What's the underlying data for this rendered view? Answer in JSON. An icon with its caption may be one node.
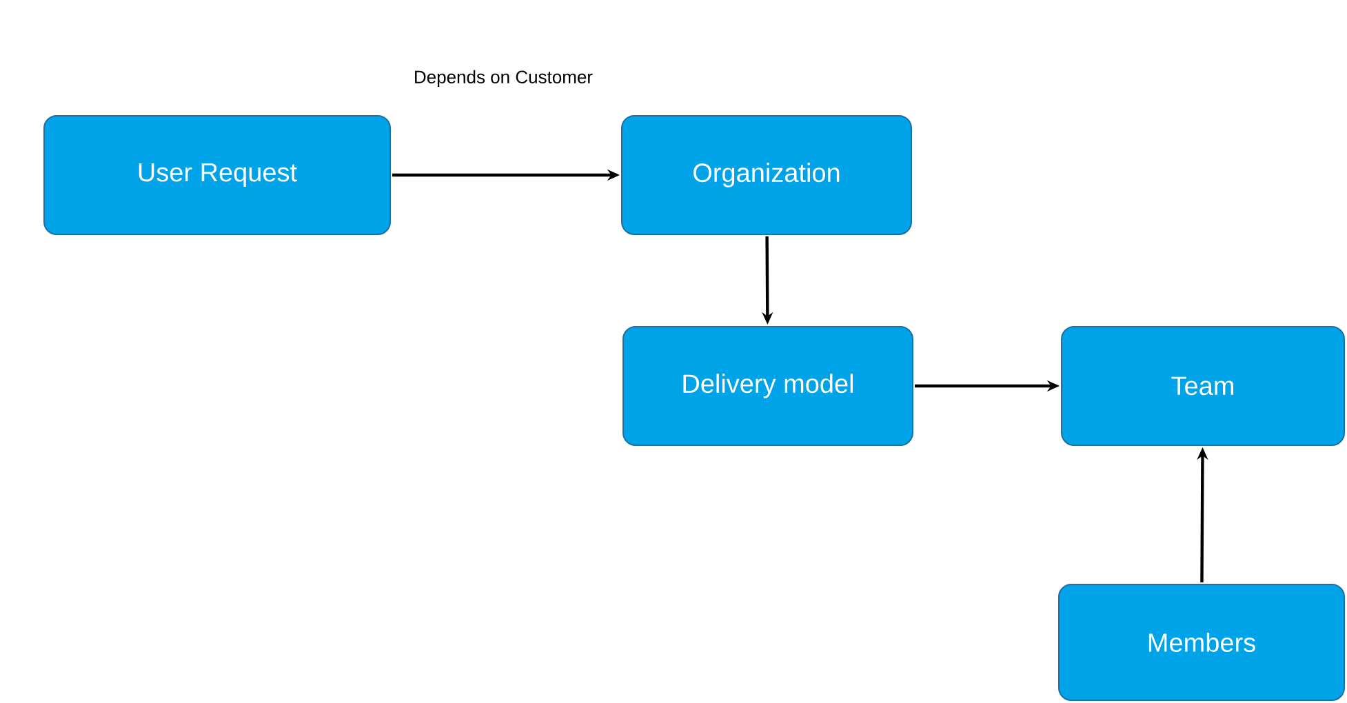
{
  "diagram": {
    "nodes": [
      {
        "text": [
          "User Request"
        ]
      },
      {
        "text": [
          "Organization"
        ]
      },
      {
        "text": [
          "Delivery model"
        ]
      },
      {
        "text": [
          "Team"
        ]
      },
      {
        "text": [
          "Members"
        ]
      }
    ],
    "edges": [
      {
        "from": 0,
        "to": 1,
        "arrow": "to"
      },
      {
        "from": 1,
        "to": 2,
        "arrow": "to"
      },
      {
        "from": 2,
        "to": 3,
        "arrow": "to"
      },
      {
        "from": 4,
        "to": 3,
        "arrow": "to"
      }
    ],
    "labels": [
      "Depends on Customer"
    ]
  }
}
